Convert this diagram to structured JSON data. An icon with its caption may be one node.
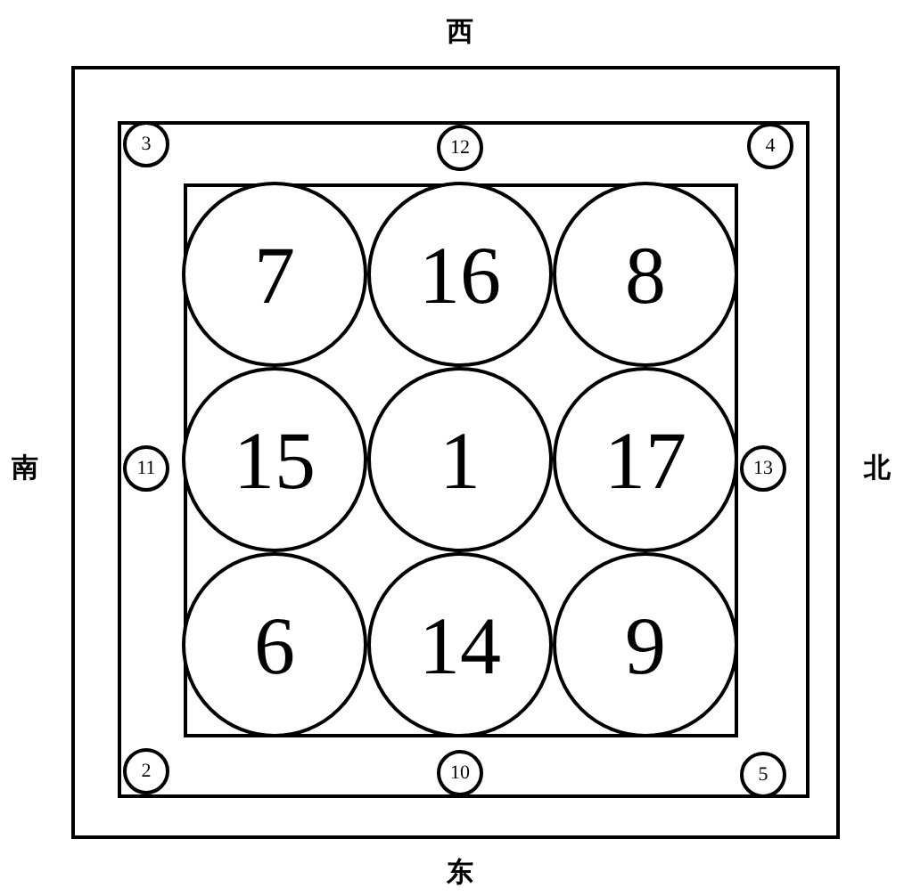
{
  "diagram": {
    "nodes": [
      {
        "text": [],
        "shape": "box"
      },
      {
        "text": [],
        "shape": "box",
        "in": 0
      },
      {
        "text": [],
        "shape": "box",
        "in": 1
      },
      {
        "text": [
          "3"
        ],
        "in": 1
      },
      {
        "text": [
          "12"
        ],
        "in": 1
      },
      {
        "text": [
          "4"
        ],
        "in": 1
      },
      {
        "text": [
          "7"
        ],
        "in": 2
      },
      {
        "text": [
          "16"
        ],
        "in": 2
      },
      {
        "text": [
          "8"
        ],
        "in": 2
      },
      {
        "text": [
          "11"
        ],
        "in": 1
      },
      {
        "text": [
          "15"
        ],
        "in": 2
      },
      {
        "text": [
          "1"
        ],
        "in": 2
      },
      {
        "text": [
          "17"
        ],
        "in": 2
      },
      {
        "text": [
          "13"
        ],
        "in": 1
      },
      {
        "text": [
          "6"
        ],
        "in": 2
      },
      {
        "text": [
          "14"
        ],
        "in": 2
      },
      {
        "text": [
          "9"
        ],
        "in": 2
      },
      {
        "text": [
          "2"
        ],
        "in": 1
      },
      {
        "text": [
          "10"
        ],
        "in": 1
      },
      {
        "text": [
          "5"
        ],
        "in": 1
      }
    ],
    "labels": [
      "西",
      "南",
      "北",
      "东"
    ]
  }
}
